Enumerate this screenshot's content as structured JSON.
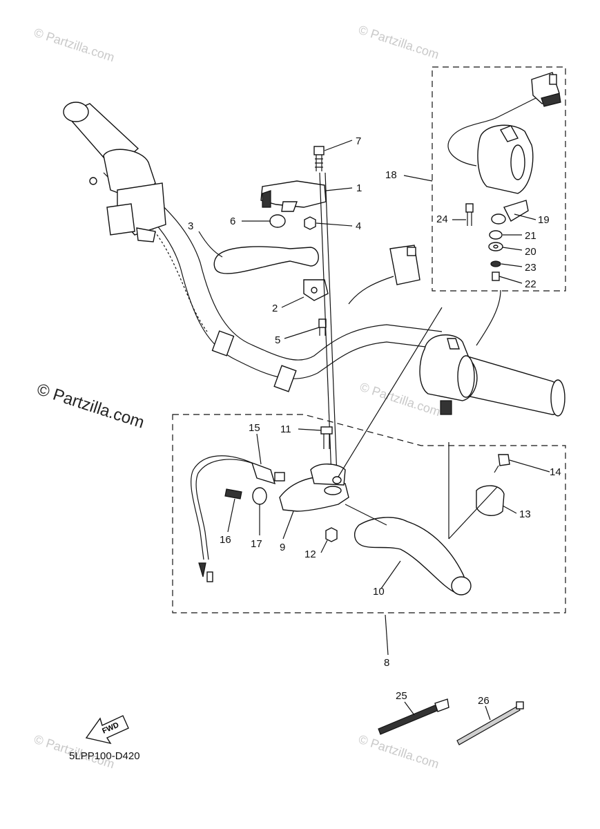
{
  "diagram": {
    "code": "5LPP100-D420",
    "fwd_label": "FWD",
    "callouts": [
      {
        "id": "1",
        "label": "1"
      },
      {
        "id": "2",
        "label": "2"
      },
      {
        "id": "3",
        "label": "3"
      },
      {
        "id": "4",
        "label": "4"
      },
      {
        "id": "5",
        "label": "5"
      },
      {
        "id": "6",
        "label": "6"
      },
      {
        "id": "7",
        "label": "7"
      },
      {
        "id": "8",
        "label": "8"
      },
      {
        "id": "9",
        "label": "9"
      },
      {
        "id": "10",
        "label": "10"
      },
      {
        "id": "11",
        "label": "11"
      },
      {
        "id": "12",
        "label": "12"
      },
      {
        "id": "13",
        "label": "13"
      },
      {
        "id": "14",
        "label": "14"
      },
      {
        "id": "15",
        "label": "15"
      },
      {
        "id": "16",
        "label": "16"
      },
      {
        "id": "17",
        "label": "17"
      },
      {
        "id": "18",
        "label": "18"
      },
      {
        "id": "19",
        "label": "19"
      },
      {
        "id": "20",
        "label": "20"
      },
      {
        "id": "21",
        "label": "21"
      },
      {
        "id": "22",
        "label": "22"
      },
      {
        "id": "23",
        "label": "23"
      },
      {
        "id": "24",
        "label": "24"
      },
      {
        "id": "25",
        "label": "25"
      },
      {
        "id": "26",
        "label": "26"
      }
    ]
  },
  "watermark": {
    "text": "© Partzilla.com"
  }
}
